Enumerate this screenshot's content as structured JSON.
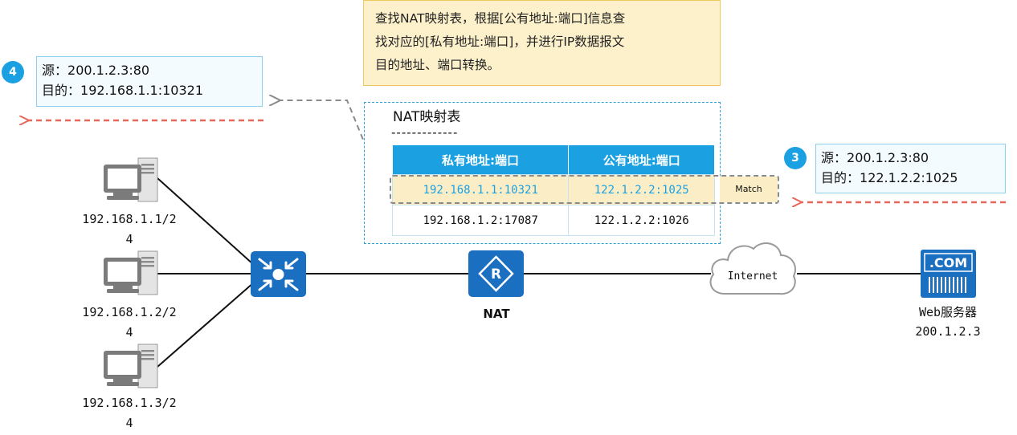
{
  "note": {
    "line1": "查找NAT映射表，根据[公有地址:端口]信息查",
    "line2": "找对应的[私有地址:端口]，并进行IP数据报文",
    "line3": "目的地址、端口转换。"
  },
  "packet_in": {
    "step": "3",
    "src_label": "源：",
    "src": "200.1.2.3:80",
    "dst_label": "目的：",
    "dst": "122.1.2.2:1025"
  },
  "packet_out": {
    "step": "4",
    "src_label": "源：",
    "src": "200.1.2.3:80",
    "dst_label": "目的：",
    "dst": "192.168.1.1:10321"
  },
  "nat_table": {
    "title": "NAT映射表",
    "separator": "-------------",
    "headers": [
      "私有地址:端口",
      "公有地址:端口"
    ],
    "rows": [
      {
        "private": "192.168.1.1:10321",
        "public": "122.1.2.2:1025"
      },
      {
        "private": "192.168.1.2:17087",
        "public": "122.1.2.2:1026"
      }
    ],
    "match_label": "Match"
  },
  "hosts": [
    {
      "label_a": "192.168.1.1/2",
      "label_b": "4"
    },
    {
      "label_a": "192.168.1.2/2",
      "label_b": "4"
    },
    {
      "label_a": "192.168.1.3/2",
      "label_b": "4"
    }
  ],
  "nat_device": {
    "label": "NAT",
    "icon": "router-icon"
  },
  "internet": {
    "label": "Internet",
    "icon": "cloud-icon"
  },
  "server": {
    "badge": ".COM",
    "name": "Web服务器",
    "ip": "200.1.2.3",
    "icon": "server-icon"
  },
  "switch": {
    "icon": "switch-icon"
  },
  "colors": {
    "accent": "#1ba1e2",
    "arrow": "#e8675c",
    "note_bg": "#fdf1cc",
    "device": "#1a6fc0"
  }
}
